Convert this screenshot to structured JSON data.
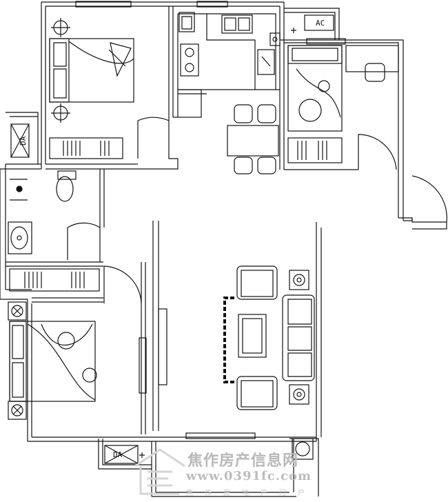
{
  "labels": {
    "ac_unit": "AC",
    "da_top_left": "DA",
    "da_bottom": "DA"
  },
  "watermark": {
    "title": "焦作房产信息网",
    "url": "www.0391fc.com",
    "subtitle": "焦作房地产门户"
  },
  "colors": {
    "line": "#111111",
    "watermark": "#b8b8b8"
  }
}
